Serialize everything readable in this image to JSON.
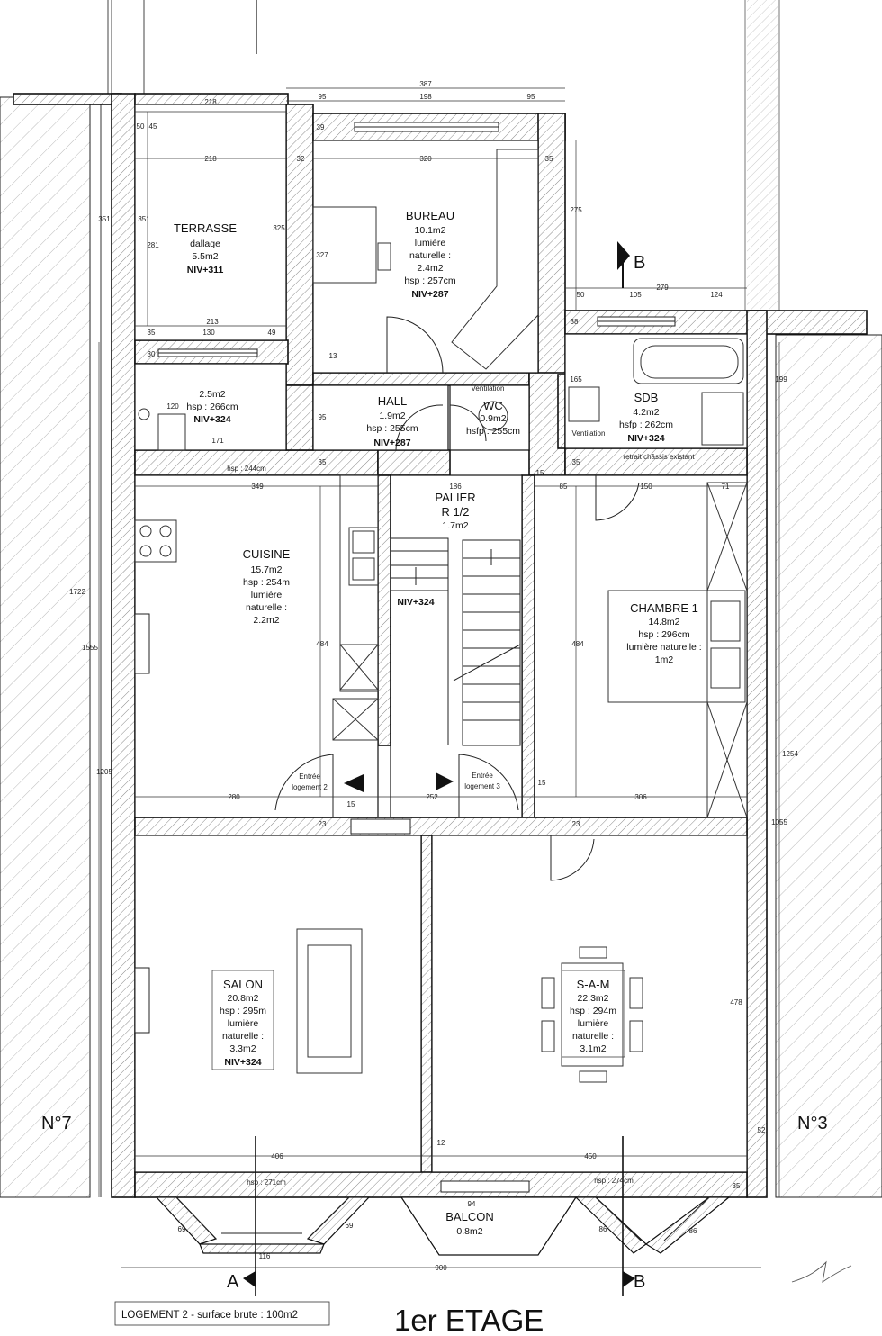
{
  "floor_title": "1er ETAGE",
  "caption": "LOGEMENT 2 - surface brute : 100m2",
  "neighbors": {
    "left": "N°7",
    "right": "N°3"
  },
  "section_marks": {
    "a": "A",
    "b": "B"
  },
  "rooms": {
    "terrasse": {
      "name": "TERRASSE",
      "lines": [
        "dallage",
        "5.5m2"
      ],
      "niv": "NIV+311"
    },
    "bureau": {
      "name": "BUREAU",
      "lines": [
        "10.1m2",
        "lumière",
        "naturelle :",
        "2.4m2",
        "hsp : 257cm"
      ],
      "niv": "NIV+287"
    },
    "debarras": {
      "name": "",
      "lines": [
        "2.5m2",
        "hsp : 266cm"
      ],
      "niv": "NIV+324"
    },
    "hall": {
      "name": "HALL",
      "lines": [
        "1.9m2",
        "hsp : 255cm"
      ],
      "niv": "NIV+287"
    },
    "wc": {
      "name": "WC",
      "lines": [
        "0.9m2",
        "hsfp : 255cm"
      ]
    },
    "sdb": {
      "name": "SDB",
      "lines": [
        "4.2m2",
        "hsfp : 262cm"
      ],
      "niv": "NIV+324"
    },
    "cuisine": {
      "name": "CUISINE",
      "lines": [
        "15.7m2",
        "hsp : 254m",
        "lumière",
        "naturelle :",
        "2.2m2"
      ]
    },
    "palier": {
      "name": "PALIER",
      "lines": [
        "R 1/2",
        "1.7m2"
      ],
      "niv": "NIV+324"
    },
    "chambre": {
      "name": "CHAMBRE 1",
      "lines": [
        "14.8m2",
        "hsp : 296cm",
        "lumière naturelle :",
        "1m2"
      ]
    },
    "salon": {
      "name": "SALON",
      "lines": [
        "20.8m2",
        "hsp : 295m",
        "lumière",
        "naturelle :",
        "3.3m2"
      ],
      "niv": "NIV+324"
    },
    "sam": {
      "name": "S-A-M",
      "lines": [
        "22.3m2",
        "hsp : 294m",
        "lumière",
        "naturelle :",
        "3.1m2"
      ]
    },
    "balcon": {
      "name": "BALCON",
      "lines": [
        "0.8m2"
      ]
    }
  },
  "notes": {
    "ventilation_wc": "Ventilation",
    "ventilation_sdb": "Ventilation",
    "retrait": "retrait châssis existant",
    "hsp_244": "hsp : 244cm",
    "hsp_271": "hsp : 271cm",
    "hsp_274": "hsp : 274cm",
    "entree_2": [
      "Entrée",
      "logement 2"
    ],
    "entree_3": [
      "Entrée",
      "logement 3"
    ]
  },
  "dimensions": {
    "top_387": "387",
    "top_95a": "95",
    "top_198": "198",
    "top_95b": "95",
    "ter_218a": "218",
    "ter_218b": "218",
    "ter_50": "50",
    "ter_45": "45",
    "ter_351a": "351",
    "ter_351b": "351",
    "ter_281": "281",
    "ter_325": "325",
    "ter_213": "213",
    "ter_35": "35",
    "ter_130": "130",
    "ter_49": "49",
    "bur_39": "39",
    "bur_32": "32",
    "bur_320": "320",
    "bur_35": "35",
    "bur_327": "327",
    "bur_275": "275",
    "bur_13": "13",
    "sdb_279": "279",
    "sdb_50": "50",
    "sdb_105": "105",
    "sdb_124": "124",
    "sdb_38": "38",
    "sdb_165": "165",
    "sdb_199": "199",
    "deb_30": "30",
    "deb_120": "120",
    "deb_171": "171",
    "hall_95": "95",
    "cui_349": "349",
    "cui_35": "35",
    "cui_484": "484",
    "pal_186": "186",
    "ch_35": "35",
    "ch_15": "15",
    "ch_85": "85",
    "ch_150": "150",
    "ch_71": "71",
    "ch_484": "484",
    "left_1722": "1722",
    "left_1555": "1555",
    "left_1205": "1205",
    "right_1254": "1254",
    "right_1055": "1055",
    "right_478": "478",
    "mid_280": "280",
    "mid_15a": "15",
    "mid_252": "252",
    "mid_15b": "15",
    "mid_306": "306",
    "mid_23a": "23",
    "mid_23b": "23",
    "bot_406": "406",
    "bot_12": "12",
    "bot_450": "450",
    "bot_94": "94",
    "bot_69a": "69",
    "bot_69b": "69",
    "bot_116": "116",
    "bot_86a": "86",
    "bot_86b": "86",
    "bot_900": "900",
    "bot_35": "35",
    "bot_52": "52"
  }
}
